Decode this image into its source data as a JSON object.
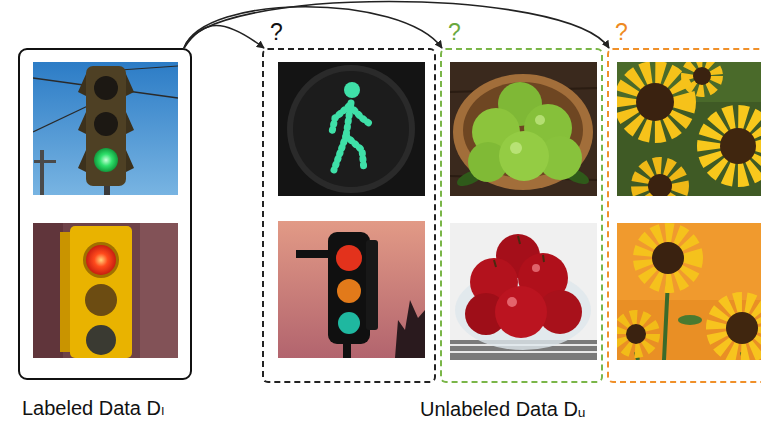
{
  "diagram": {
    "nodes": [
      {
        "text": [
          "Labeled Data Dₗ"
        ]
      },
      {
        "text": [
          "?"
        ]
      },
      {
        "text": [
          "?"
        ]
      },
      {
        "text": [
          "?"
        ]
      }
    ],
    "edges": [
      {
        "from": 0,
        "to": 1,
        "arrow": "to"
      },
      {
        "from": 0,
        "to": 2,
        "arrow": "to"
      },
      {
        "from": 0,
        "to": 3,
        "arrow": "to"
      }
    ],
    "labels": [
      "Unlabeled Data Dᵤ"
    ]
  }
}
